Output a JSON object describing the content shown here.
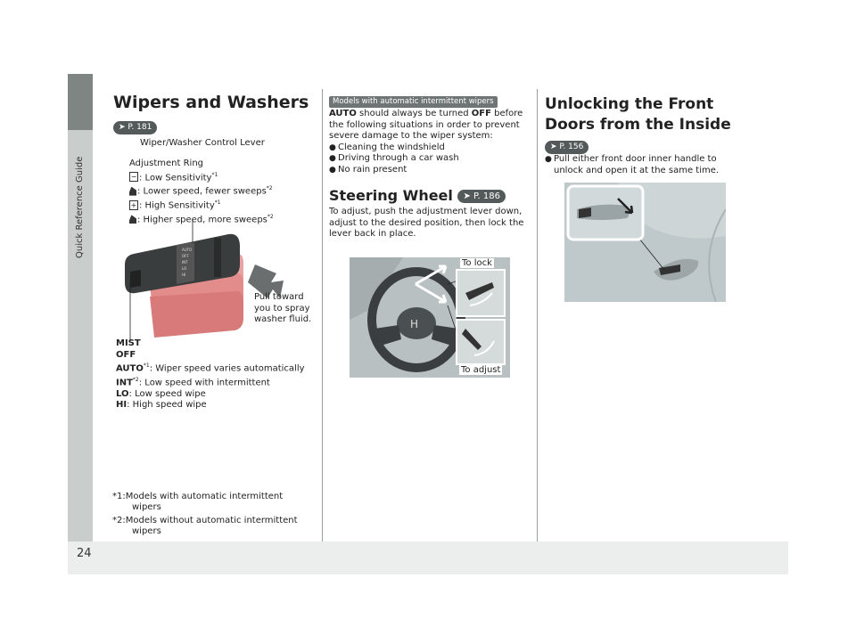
{
  "sidebar": {
    "label": "Quick Reference Guide"
  },
  "page_number": "24",
  "wipers": {
    "title": "Wipers and Washers",
    "ref": "P. 181",
    "lever_label": "Wiper/Washer Control Lever",
    "ring_title": "Adjustment Ring",
    "ring_low": ": Low Sensitivity",
    "ring_low_sup": "*1",
    "ring_lower": ": Lower speed, fewer sweeps",
    "ring_lower_sup": "*2",
    "ring_high": ": High Sensitivity",
    "ring_high_sup": "*1",
    "ring_higher": ": Higher speed, more sweeps",
    "ring_higher_sup": "*2",
    "pull_text": "Pull toward you to spray washer fluid.",
    "mist": "MIST",
    "off": "OFF",
    "auto_label": "AUTO",
    "auto_sup": "*1",
    "auto_text": ": Wiper speed varies automatically",
    "int_label": "INT",
    "int_sup": "*2",
    "int_text": ": Low speed with intermittent",
    "lo_label": "LO",
    "lo_text": ": Low speed wipe",
    "hi_label": "HI",
    "hi_text": ": High speed wipe",
    "lever_marks": [
      "AUTO",
      "OFF",
      "INT",
      "LO",
      "HI"
    ],
    "foot1_a": "*1:Models with automatic intermittent",
    "foot1_b": "wipers",
    "foot2_a": "*2:Models without automatic intermittent",
    "foot2_b": "wipers"
  },
  "middle": {
    "badge": "Models with automatic intermittent wipers",
    "auto_word": "AUTO",
    "intro_a": " should always be turned ",
    "off_word": "OFF",
    "intro_b": " before the following situations in order to prevent severe damage to the wiper system:",
    "bullets": [
      "Cleaning the windshield",
      "Driving through a car wash",
      "No rain present"
    ],
    "steer_title": "Steering Wheel",
    "steer_ref": "P. 186",
    "steer_text": "To adjust, push the adjustment lever down, adjust to the desired position, then lock the lever back in place.",
    "to_lock": "To lock",
    "to_adjust": "To adjust"
  },
  "unlock": {
    "title": "Unlocking the Front Doors from the Inside",
    "ref": "P. 156",
    "bullet": "Pull either front door inner handle to unlock and open it at the same time."
  }
}
